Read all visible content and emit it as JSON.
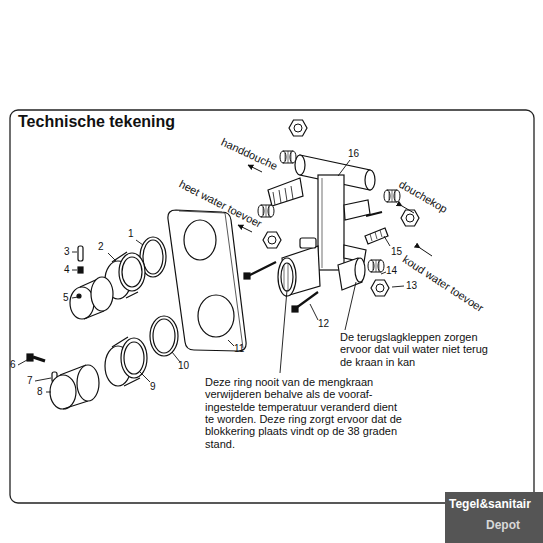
{
  "diagram": {
    "title": "Technische tekening",
    "labels": [
      "1",
      "2",
      "3",
      "4",
      "5",
      "6",
      "7",
      "8",
      "9",
      "10",
      "11",
      "12",
      "13",
      "14",
      "15",
      "16",
      "handdouche",
      "heet water toevoer",
      "douchekop",
      "koud water toevoer",
      "De terugslagkleppen zorgen ervoor dat vuil water niet terug de kraan in kan",
      "Deze ring nooit van de mengkraan verwijderen behalve als de vooraf- ingestelde temperatuur veranderd dient te worden. Deze ring zorgt ervoor dat de blokkering plaats vindt op de 38 graden stand.",
      "Tegel&sanitair",
      "Depot"
    ]
  }
}
